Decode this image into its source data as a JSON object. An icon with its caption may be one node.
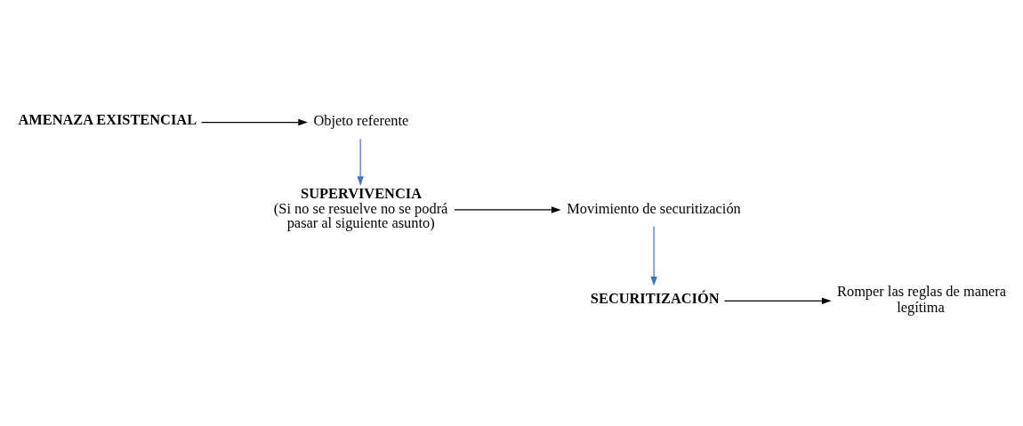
{
  "diagram": {
    "nodes": [
      {
        "text": [
          "AMENAZA EXISTENCIAL"
        ]
      },
      {
        "text": [
          "Objeto referente"
        ]
      },
      {
        "text": [
          "SUPERVIVENCIA",
          "(Si no se resuelve no se podrá pasar al siguiente asunto)"
        ]
      },
      {
        "text": [
          "Movimiento de securitización"
        ]
      },
      {
        "text": [
          "SECURITIZACIÓN"
        ]
      },
      {
        "text": [
          "Romper las reglas de manera legítima"
        ]
      }
    ],
    "edges": [
      {
        "from": 0,
        "to": 1,
        "arrow": "to"
      },
      {
        "from": 1,
        "to": 2,
        "arrow": "to",
        "color": "#4472c4"
      },
      {
        "from": 2,
        "to": 3,
        "arrow": "to"
      },
      {
        "from": 3,
        "to": 4,
        "arrow": "to",
        "color": "#4472c4"
      },
      {
        "from": 4,
        "to": 5,
        "arrow": "to"
      }
    ]
  }
}
